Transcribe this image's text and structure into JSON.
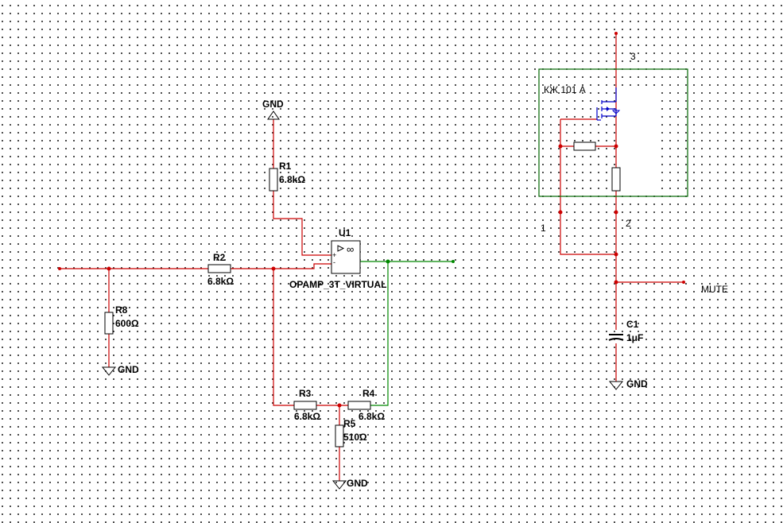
{
  "components": {
    "r1": {
      "ref": "R1",
      "value": "6.8kΩ"
    },
    "r2": {
      "ref": "R2",
      "value": "6.8kΩ"
    },
    "r3": {
      "ref": "R3",
      "value": "6.8kΩ"
    },
    "r4": {
      "ref": "R4",
      "value": "6.8kΩ"
    },
    "r5": {
      "ref": "R5",
      "value": "510Ω"
    },
    "r8": {
      "ref": "R8",
      "value": "600Ω"
    },
    "c1": {
      "ref": "C1",
      "value": "1μF"
    },
    "u1": {
      "ref": "U1",
      "value": "OPAMP_3T_VIRTUAL",
      "symbol": "∞",
      "plus": "+",
      "minus": "-"
    },
    "kzh": {
      "label": "КЖ 101 А",
      "pin1": "1",
      "pin2": "2",
      "pin3": "3"
    }
  },
  "gnd_label": "GND",
  "net_labels": {
    "mute": "MUTE"
  },
  "colors": {
    "wire": "#cc0000",
    "output_wire": "#008800",
    "mosfet": "#0000cc",
    "module_border": "#006600"
  }
}
